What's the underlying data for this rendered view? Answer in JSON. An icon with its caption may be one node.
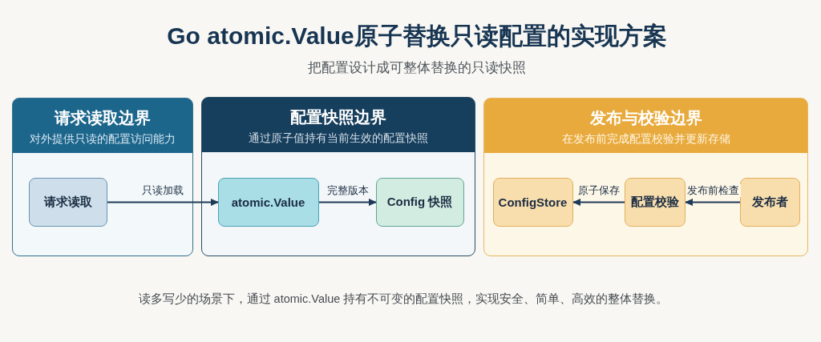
{
  "diagram": {
    "title": "Go atomic.Value原子替换只读配置的实现方案",
    "nodes": [
      {
        "text": [
          "请求读取边界",
          "对外提供只读的配置访问能力"
        ]
      },
      {
        "text": [
          "请求读取"
        ],
        "in": 0
      },
      {
        "text": [
          "配置快照边界",
          "通过原子值持有当前生效的配置快照"
        ]
      },
      {
        "text": [
          "atomic.Value"
        ],
        "in": 2
      },
      {
        "text": [
          "Config 快照"
        ],
        "in": 2
      },
      {
        "text": [
          "发布与校验边界",
          "在发布前完成配置校验并更新存储"
        ]
      },
      {
        "text": [
          "ConfigStore"
        ],
        "in": 5
      },
      {
        "text": [
          "配置校验"
        ],
        "in": 5
      },
      {
        "text": [
          "发布者"
        ],
        "in": 5
      }
    ],
    "edges": [
      {
        "from": 1,
        "to": 3,
        "arrow": "to",
        "label": "只读加载"
      },
      {
        "from": 3,
        "to": 4,
        "arrow": "to",
        "label": "完整版本"
      },
      {
        "from": 7,
        "to": 6,
        "arrow": "to",
        "label": "原子保存"
      },
      {
        "from": 8,
        "to": 7,
        "arrow": "to",
        "label": "发布前检查"
      }
    ],
    "labels": [
      "把配置设计成可整体替换的只读快照"
    ],
    "caption": "读多写少的场景下，通过 atomic.Value 持有不可变的配置快照，实现安全、简单、高效的整体替换。"
  }
}
